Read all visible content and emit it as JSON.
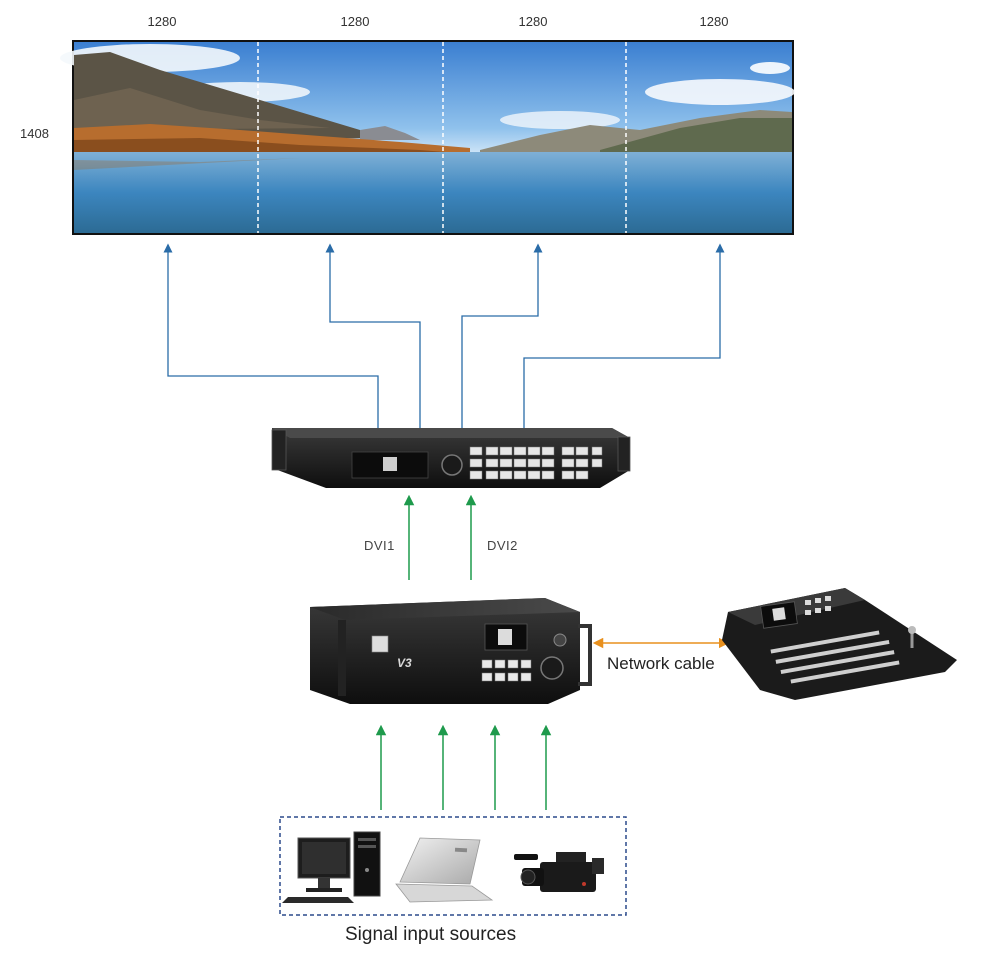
{
  "screen": {
    "width_labels": [
      "1280",
      "1280",
      "1280",
      "1280"
    ],
    "height_label": "1408",
    "segments": 4
  },
  "processor": {},
  "controller": {
    "badge": "V3"
  },
  "connections": {
    "dvi1_label": "DVI1",
    "dvi2_label": "DVI2",
    "network_label": "Network cable"
  },
  "sources": {
    "label": "Signal input sources",
    "items": [
      "desktop-computer",
      "laptop",
      "video-camera"
    ]
  },
  "colors": {
    "output_lines": "#2a6ca8",
    "input_lines": "#1e9a4c",
    "network_line": "#e8901e",
    "source_box": "#2c4a8c"
  }
}
